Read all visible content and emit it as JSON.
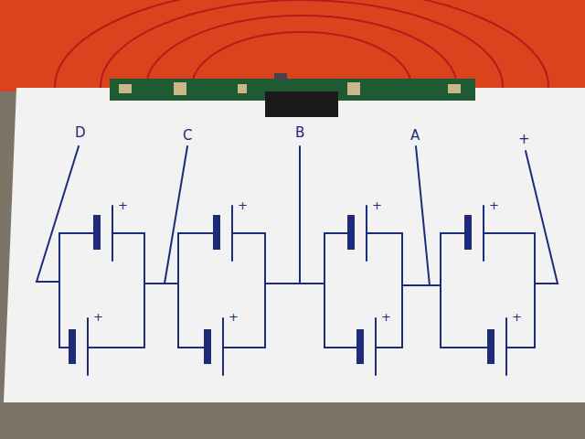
{
  "diagram": {
    "labels": [
      "D",
      "C",
      "B",
      "A",
      "+",
      "+",
      "+",
      "+",
      "+",
      "+",
      "+",
      "+",
      "+"
    ]
  }
}
